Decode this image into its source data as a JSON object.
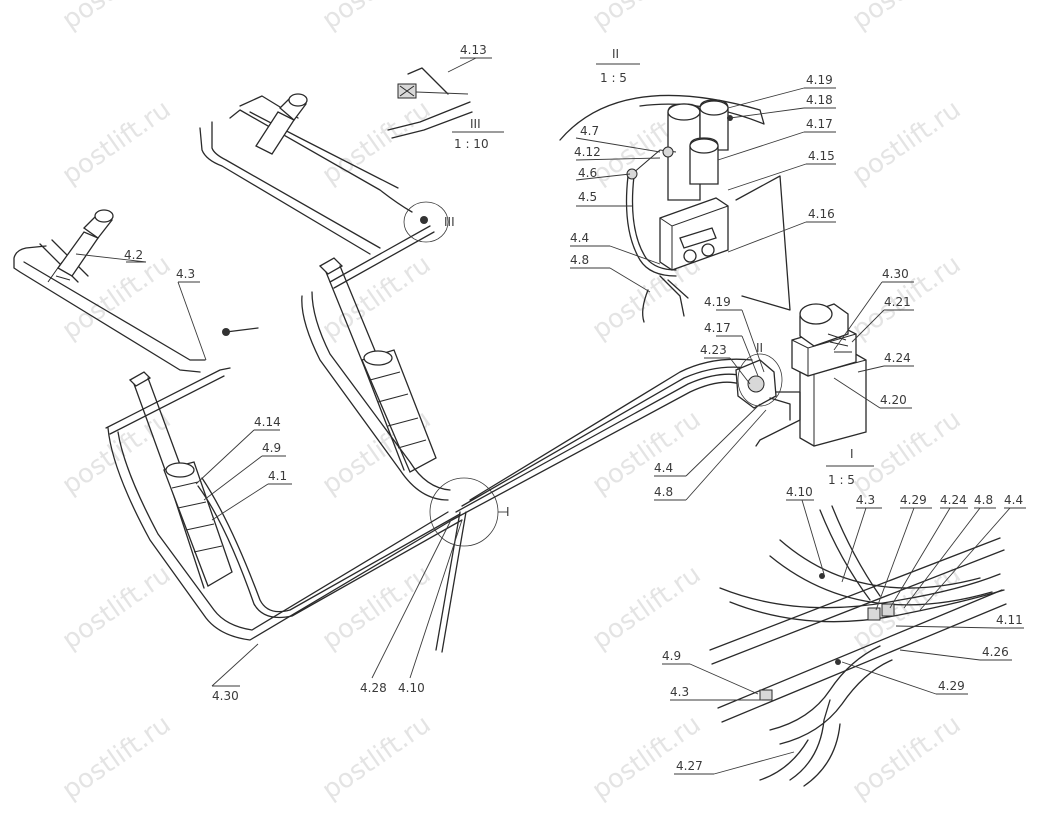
{
  "watermark": "postlift.ru",
  "views": {
    "I": {
      "title": "I",
      "scale": "1 : 5"
    },
    "II": {
      "title": "II",
      "scale": "1 : 5"
    },
    "III": {
      "title": "III",
      "scale": "1 : 10"
    }
  },
  "callouts": {
    "main": {
      "c42": "4.2",
      "c43": "4.3",
      "c414": "4.14",
      "c49": "4.9",
      "c41": "4.1",
      "c430": "4.30",
      "c428": "4.28",
      "c410": "4.10",
      "cI": "I",
      "cIII": "III"
    },
    "view_II": {
      "c47": "4.7",
      "c412": "4.12",
      "c46": "4.6",
      "c45": "4.5",
      "c44": "4.4",
      "c48": "4.8",
      "c419": "4.19",
      "c418": "4.18",
      "c417": "4.17",
      "c415": "4.15",
      "c416": "4.16"
    },
    "view_III": {
      "c413": "4.13"
    },
    "pump": {
      "c419": "4.19",
      "c417": "4.17",
      "c423": "4.23",
      "cII": "II",
      "c430": "4.30",
      "c421": "4.21",
      "c424": "4.24",
      "c420": "4.20",
      "c44": "4.4",
      "c48": "4.8"
    },
    "view_I": {
      "c410": "4.10",
      "c43": "4.3",
      "c429a": "4.29",
      "c424": "4.24",
      "c48": "4.8",
      "c44": "4.4",
      "c411": "4.11",
      "c426": "4.26",
      "c49": "4.9",
      "c43b": "4.3",
      "c429b": "4.29",
      "c427": "4.27"
    }
  }
}
